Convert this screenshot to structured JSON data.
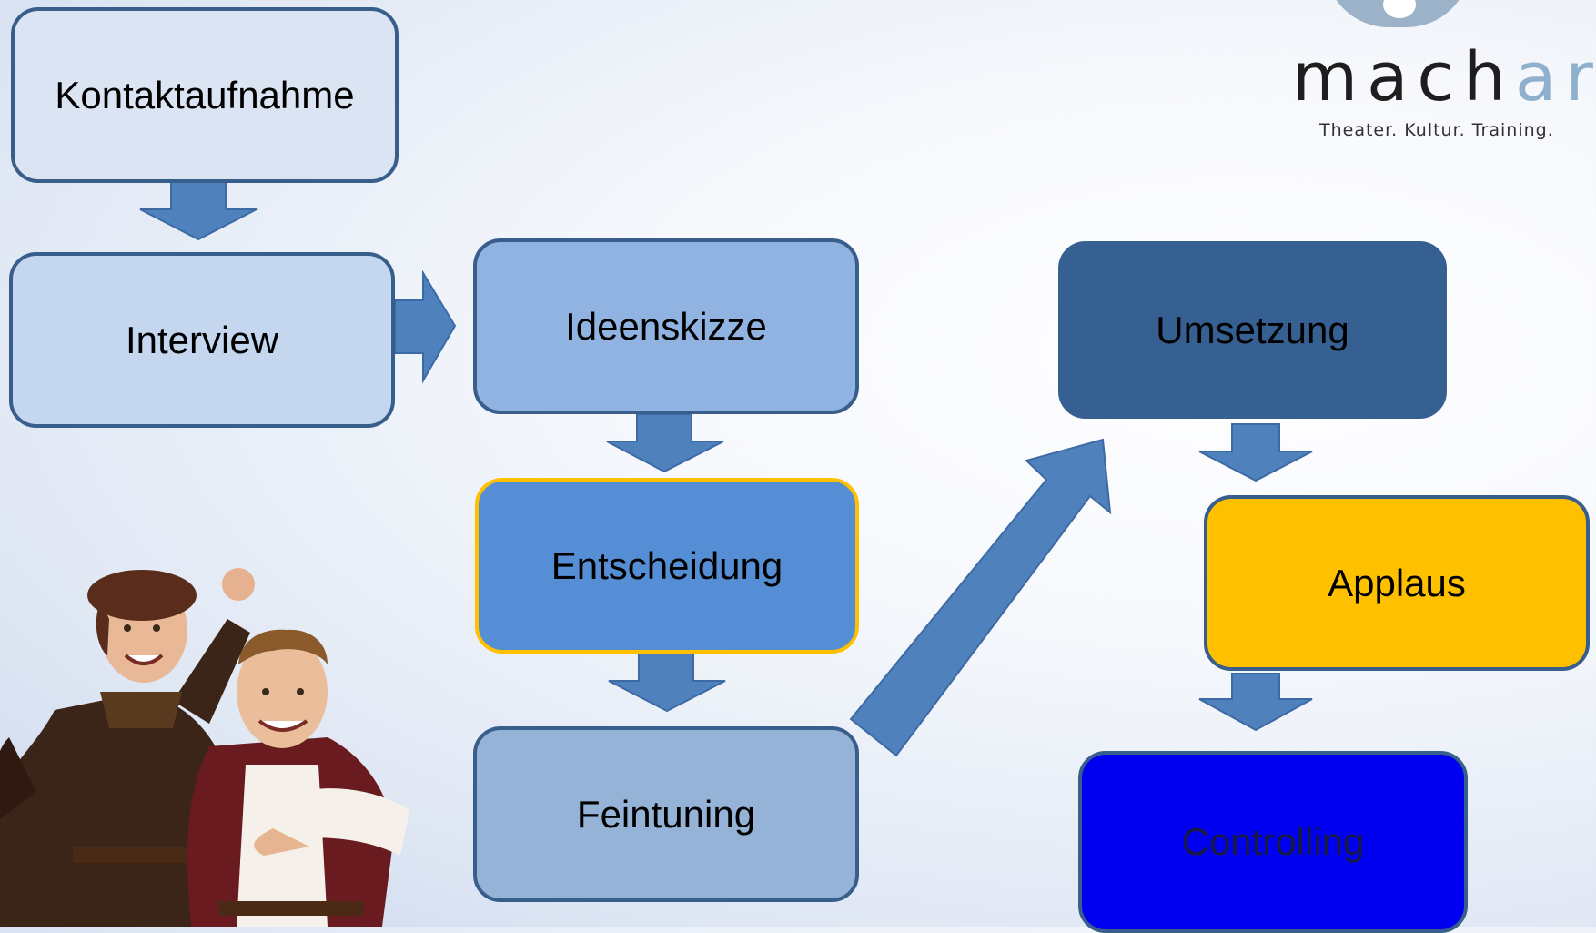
{
  "steps": {
    "kontaktaufnahme": "Kontaktaufnahme",
    "interview": "Interview",
    "ideenskizze": "Ideenskizze",
    "entscheidung": "Entscheidung",
    "feintuning": "Feintuning",
    "umsetzung": "Umsetzung",
    "applaus": "Applaus",
    "controlling": "Controlling"
  },
  "logo": {
    "word_part1": "mach",
    "word_part2": "art",
    "tagline": "Theater. Kultur. Training."
  },
  "colors": {
    "arrow": "#4f81bd",
    "border": "#385e8c",
    "highlight_border": "#ffc000",
    "applaus": "#ffc000",
    "controlling": "#0000f0"
  }
}
